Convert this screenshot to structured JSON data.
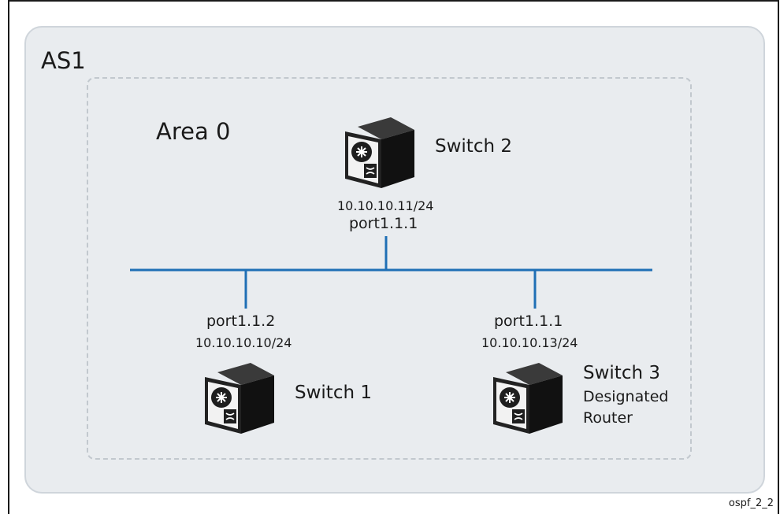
{
  "diagram": {
    "as_label": "AS1",
    "area_label": "Area 0",
    "footnote": "ospf_2_2",
    "switch2": {
      "name": "Switch 2",
      "ip": "10.10.10.11/24",
      "port": "port1.1.1"
    },
    "switch1": {
      "name": "Switch 1",
      "ip": "10.10.10.10/24",
      "port": "port1.1.2"
    },
    "switch3": {
      "name": "Switch 3",
      "role_line1": "Designated",
      "role_line2": "Router",
      "ip": "10.10.10.13/24",
      "port": "port1.1.1"
    },
    "colors": {
      "link": "#1f6fb5",
      "device": "#1e1e1e",
      "as_fill": "#e9ecef",
      "area_border": "#c2c8ce"
    },
    "icons": {
      "device": "switch-router-icon"
    }
  }
}
